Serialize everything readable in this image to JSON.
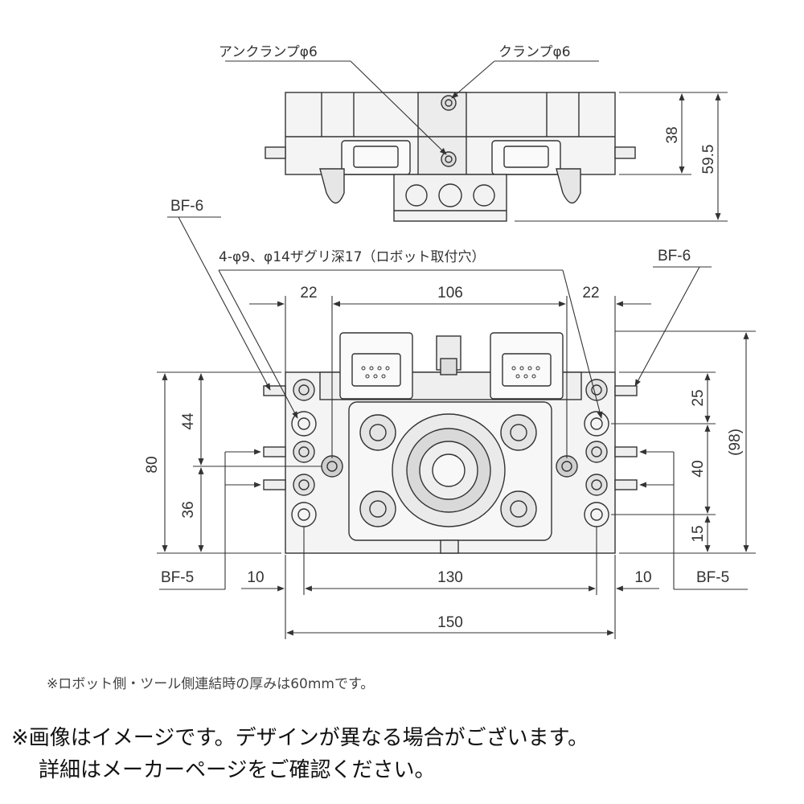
{
  "labels": {
    "unclamp": "アンクランプφ6",
    "clamp": "クランプφ6",
    "bf6_left": "BF-6",
    "bf6_right": "BF-6",
    "bf5_left": "BF-5",
    "bf5_right": "BF-5",
    "robot_holes": "4-φ9、φ14ザグリ深17（ロボット取付穴）"
  },
  "dimensions": {
    "d38": "38",
    "d59_5": "59.5",
    "d22_left": "22",
    "d106": "106",
    "d22_right": "22",
    "d80": "80",
    "d44": "44",
    "d36": "36",
    "d25": "25",
    "d98": "(98)",
    "d40": "40",
    "d15": "15",
    "d10_left": "10",
    "d130": "130",
    "d10_right": "10",
    "d150": "150"
  },
  "notes": {
    "thickness": "※ロボット側・ツール側連結時の厚みは60mmです。",
    "disclaimer_line1": "※画像はイメージです。デザインが異なる場合がございます。",
    "disclaimer_line2": "詳細はメーカーページをご確認ください。"
  },
  "colors": {
    "line": "#333333",
    "body_fill": "#f4f4f4",
    "shade": "#d9d9d9"
  }
}
